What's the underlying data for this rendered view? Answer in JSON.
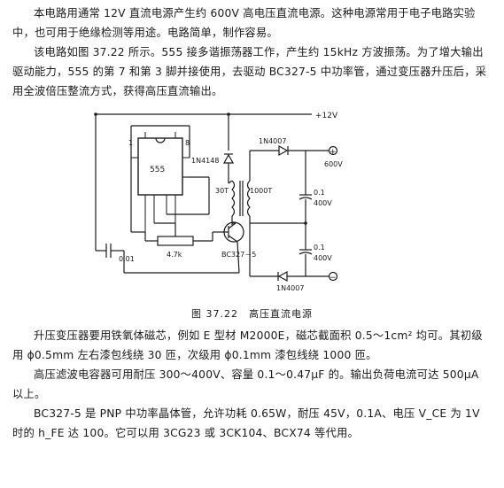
{
  "text": {
    "p1": "本电路用通常 12V 直流电源产生约 600V 高电压直流电源。这种电源常用于电子电路实验中，也可用于绝缘检测等用途。电路简单，制作容易。",
    "p2": "该电路如图 37.22 所示。555 接多谐振荡器工作，产生约 15kHz 方波振荡。为了增大输出驱动能力，555 的第 7 和第 3 脚并接使用，去驱动 BC327-5 中功率管，通过变压器升压后，采用全波倍压整流方式，获得高压直流输出。",
    "caption": "图 37.22　高压直流电源",
    "p3": "升压变压器要用铁氧体磁芯，例如 E 型材 M2000E，磁芯截面积 0.5～1cm² 均可。其初级用 ϕ0.5mm 左右漆包线绕 30 匝，次级用 ϕ0.1mm 漆包线绕 1000 匝。",
    "p4": "高压滤波电容器可用耐压 300～400V、容量 0.1～0.47μF 的。输出负荷电流可达 500μA 以上。",
    "p5": "BC327-5 是 PNP 中功率晶体管，允许功耗 0.65W，耐压 45V，0.1A、电压 V_CE 为 1V 时的 h_FE 达 100。它可以用 3CG23 或 3CK104、BCX74 等代用。"
  },
  "diagram": {
    "supply": "+12V",
    "ic": "555",
    "pin1": "1",
    "pin8": "8",
    "diode_small": "1N4148",
    "primary": "30T",
    "secondary": "1000T",
    "diode_top": "1N4007",
    "diode_bottom": "1N4007",
    "out_voltage": "600V",
    "cap_top_value": "0.1",
    "cap_top_voltage": "400V",
    "cap_bottom_value": "0.1",
    "cap_bottom_voltage": "400V",
    "transistor": "BC327－5",
    "resistor": "4.7k",
    "cap_timing": "0.01",
    "plus_sign": "+",
    "minus_sign": "−"
  }
}
